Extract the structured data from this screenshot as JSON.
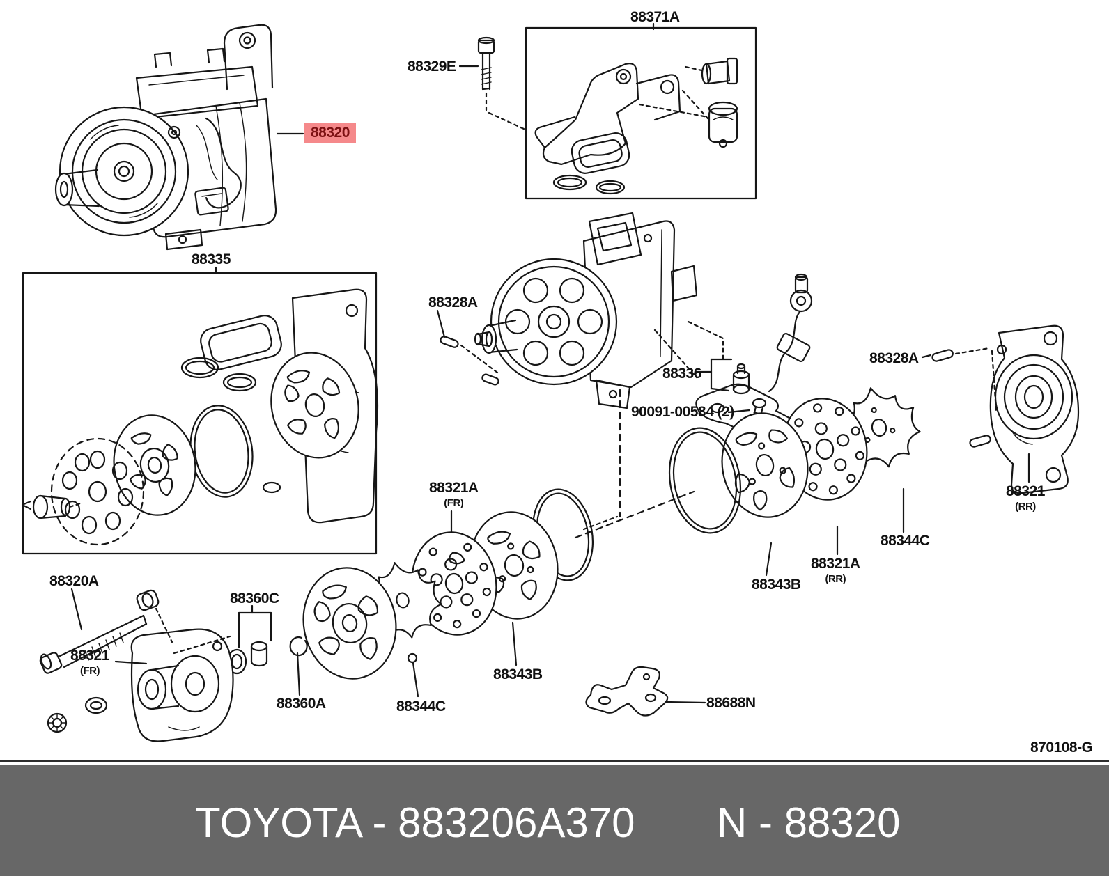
{
  "diagram": {
    "brand": "TOYOTA",
    "ref_code": "870108-G",
    "footer_left": "TOYOTA - 883206A370",
    "footer_right": "N - 88320",
    "footer_bg": "#676767",
    "footer_text_color": "#ffffff",
    "line_color": "#161616"
  },
  "highlight": {
    "text": "88320",
    "bg": "#f5898b",
    "color": "#7c1012"
  },
  "labels": [
    {
      "id": "88371A",
      "text": "88371A"
    },
    {
      "id": "88329E",
      "text": "88329E"
    },
    {
      "id": "88335",
      "text": "88335"
    },
    {
      "id": "88328A-left",
      "text": "88328A"
    },
    {
      "id": "88336",
      "text": "88336"
    },
    {
      "id": "90091-00584",
      "text": "90091-00584 (2)"
    },
    {
      "id": "88321A-front",
      "text": "88321A",
      "sub": "(FR)"
    },
    {
      "id": "88328A-right",
      "text": "88328A"
    },
    {
      "id": "88321-rear",
      "text": "88321",
      "sub": "(RR)"
    },
    {
      "id": "88344C-right",
      "text": "88344C"
    },
    {
      "id": "88321A-rear",
      "text": "88321A",
      "sub": "(RR)"
    },
    {
      "id": "88343B-right",
      "text": "88343B"
    },
    {
      "id": "88320A",
      "text": "88320A"
    },
    {
      "id": "88321-front",
      "text": "88321",
      "sub": "(FR)"
    },
    {
      "id": "88360C",
      "text": "88360C"
    },
    {
      "id": "88360A",
      "text": "88360A"
    },
    {
      "id": "88344C-bottom",
      "text": "88344C"
    },
    {
      "id": "88343B-bottom",
      "text": "88343B"
    },
    {
      "id": "88688N",
      "text": "88688N"
    }
  ]
}
